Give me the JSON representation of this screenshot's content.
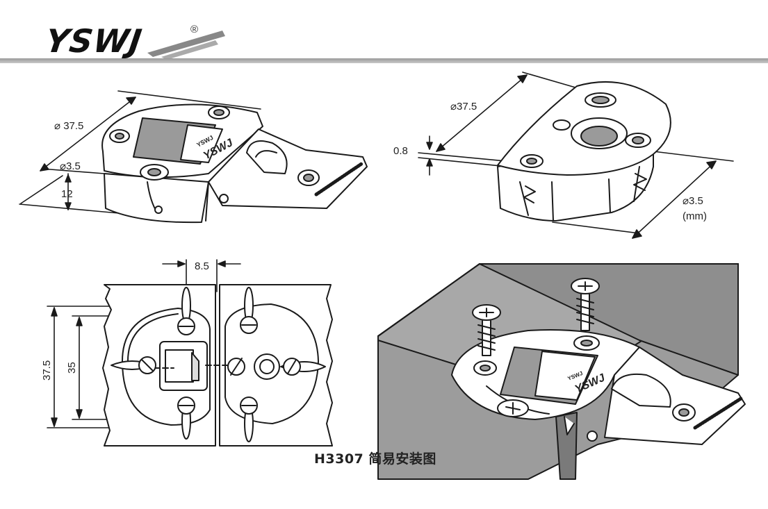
{
  "brand": {
    "name": "YSWJ",
    "registered": "®"
  },
  "views": {
    "top_left": {
      "diameter": "37.5",
      "hole": "3.5",
      "height": "12",
      "engraving": "YSWJ",
      "small_mark": "YSWJ"
    },
    "top_right": {
      "diameter": "37.5",
      "thickness": "0.8",
      "hole": "3.5",
      "unit": "(mm)"
    },
    "bottom_left": {
      "gap": "8.5",
      "outer": "37.5",
      "inner": "35"
    },
    "bottom_right": {
      "engraving": "YSWJ",
      "small_mark": "YSWJ"
    }
  },
  "caption": "H3307 简易安装图",
  "colors": {
    "ink": "#1a1a1a",
    "cavity": "#9a9a9a",
    "wood": "#9c9c9c",
    "wood_dark": "#7a7a7a",
    "rule": "#b0b0b0"
  }
}
